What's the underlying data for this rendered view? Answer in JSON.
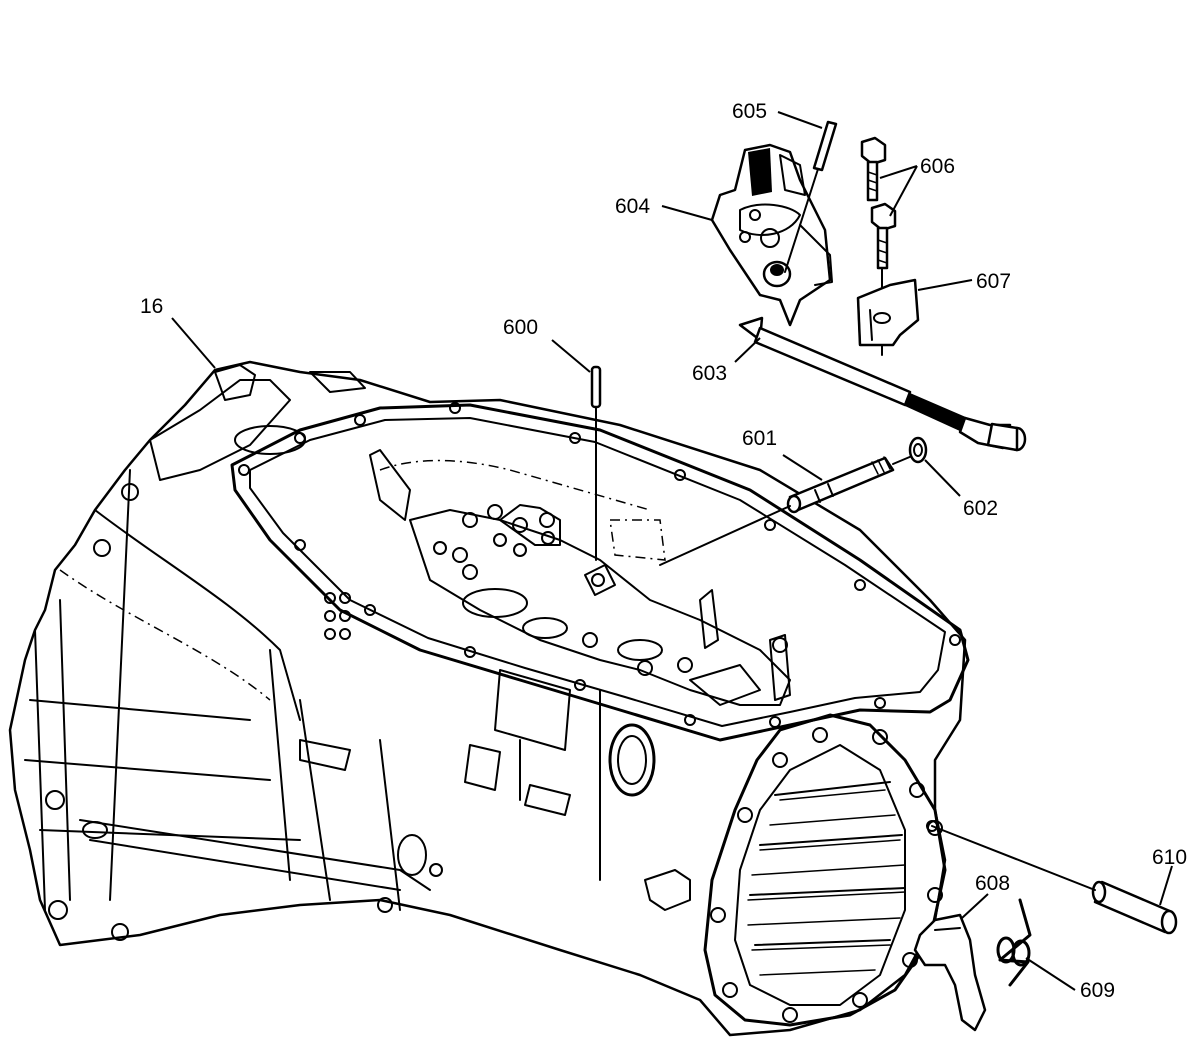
{
  "callouts": {
    "c16": "16",
    "c600": "600",
    "c601": "601",
    "c602": "602",
    "c603": "603",
    "c604": "604",
    "c605": "605",
    "c606": "606",
    "c607": "607",
    "c608": "608",
    "c609": "609",
    "c610": "610"
  }
}
